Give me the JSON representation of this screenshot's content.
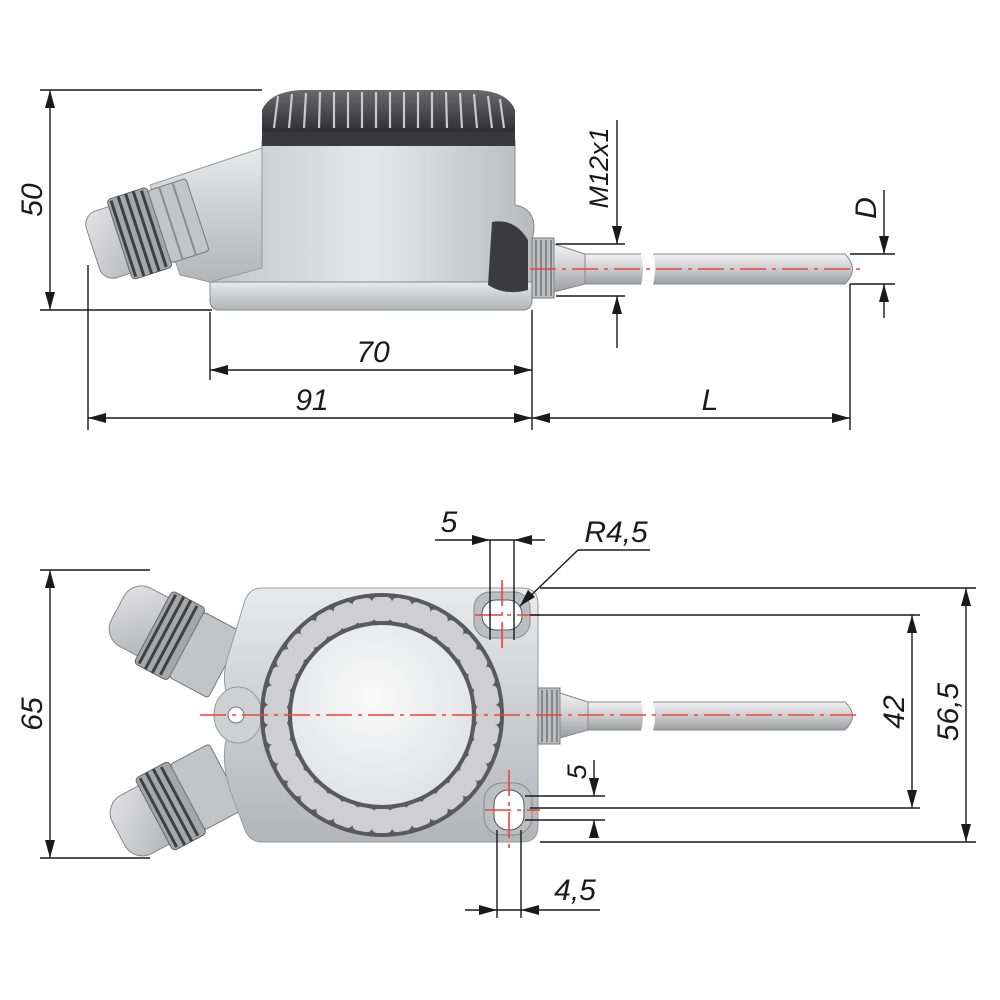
{
  "drawing": {
    "side_view": {
      "height": "50",
      "base_length": "70",
      "overall_length": "91",
      "probe_length": "L",
      "thread": "M12x1",
      "probe_diameter": "D"
    },
    "top_view": {
      "width": "65",
      "slot_width": "5",
      "slot_radius": "R4,5",
      "hole_spacing": "42",
      "base_width": "56,5",
      "slot_length": "5",
      "slot_offset": "4,5"
    },
    "colors": {
      "centerline": "#e8453c",
      "dimension": "#1a1a1a",
      "housing": "#d4d5d7",
      "cap": "#4a4a4c"
    }
  }
}
